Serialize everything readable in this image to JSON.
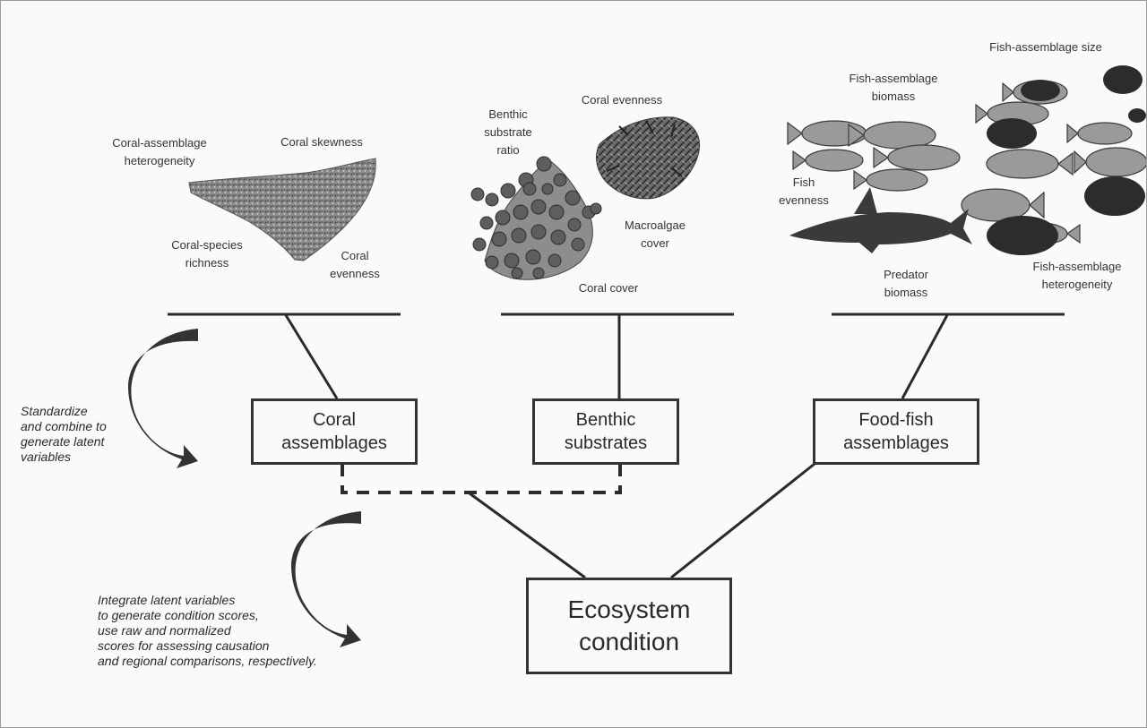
{
  "coral_labels": {
    "heterogeneity": "Coral-assemblage heterogeneity",
    "skewness": "Coral skewness",
    "richness": "Coral-species richness",
    "evenness": "Coral evenness"
  },
  "benthic_labels": {
    "substrate_ratio": "Benthic substrate ratio",
    "coral_evenness": "Coral evenness",
    "macroalgae": "Macroalgae cover",
    "coral_cover": "Coral cover"
  },
  "fish_labels": {
    "biomass": "Fish-assemblage biomass",
    "size": "Fish-assemblage size",
    "fish_evenness": "Fish evenness",
    "predator": "Predator biomass",
    "heterogeneity": "Fish-assemblage heterogeneity"
  },
  "boxes": {
    "coral": [
      "Coral",
      "assemblages"
    ],
    "benthic": [
      "Benthic",
      "substrates"
    ],
    "fish": [
      "Food-fish",
      "assemblages"
    ],
    "ecosystem": [
      "Ecosystem",
      "condition"
    ]
  },
  "notes": {
    "standardize": [
      "Standardize",
      "and combine to",
      "generate latent",
      "variables"
    ],
    "integrate": [
      "Integrate latent variables",
      "to generate condition scores,",
      "use raw and normalized",
      "scores for assessing causation",
      "and regional comparisons, respectively."
    ]
  }
}
